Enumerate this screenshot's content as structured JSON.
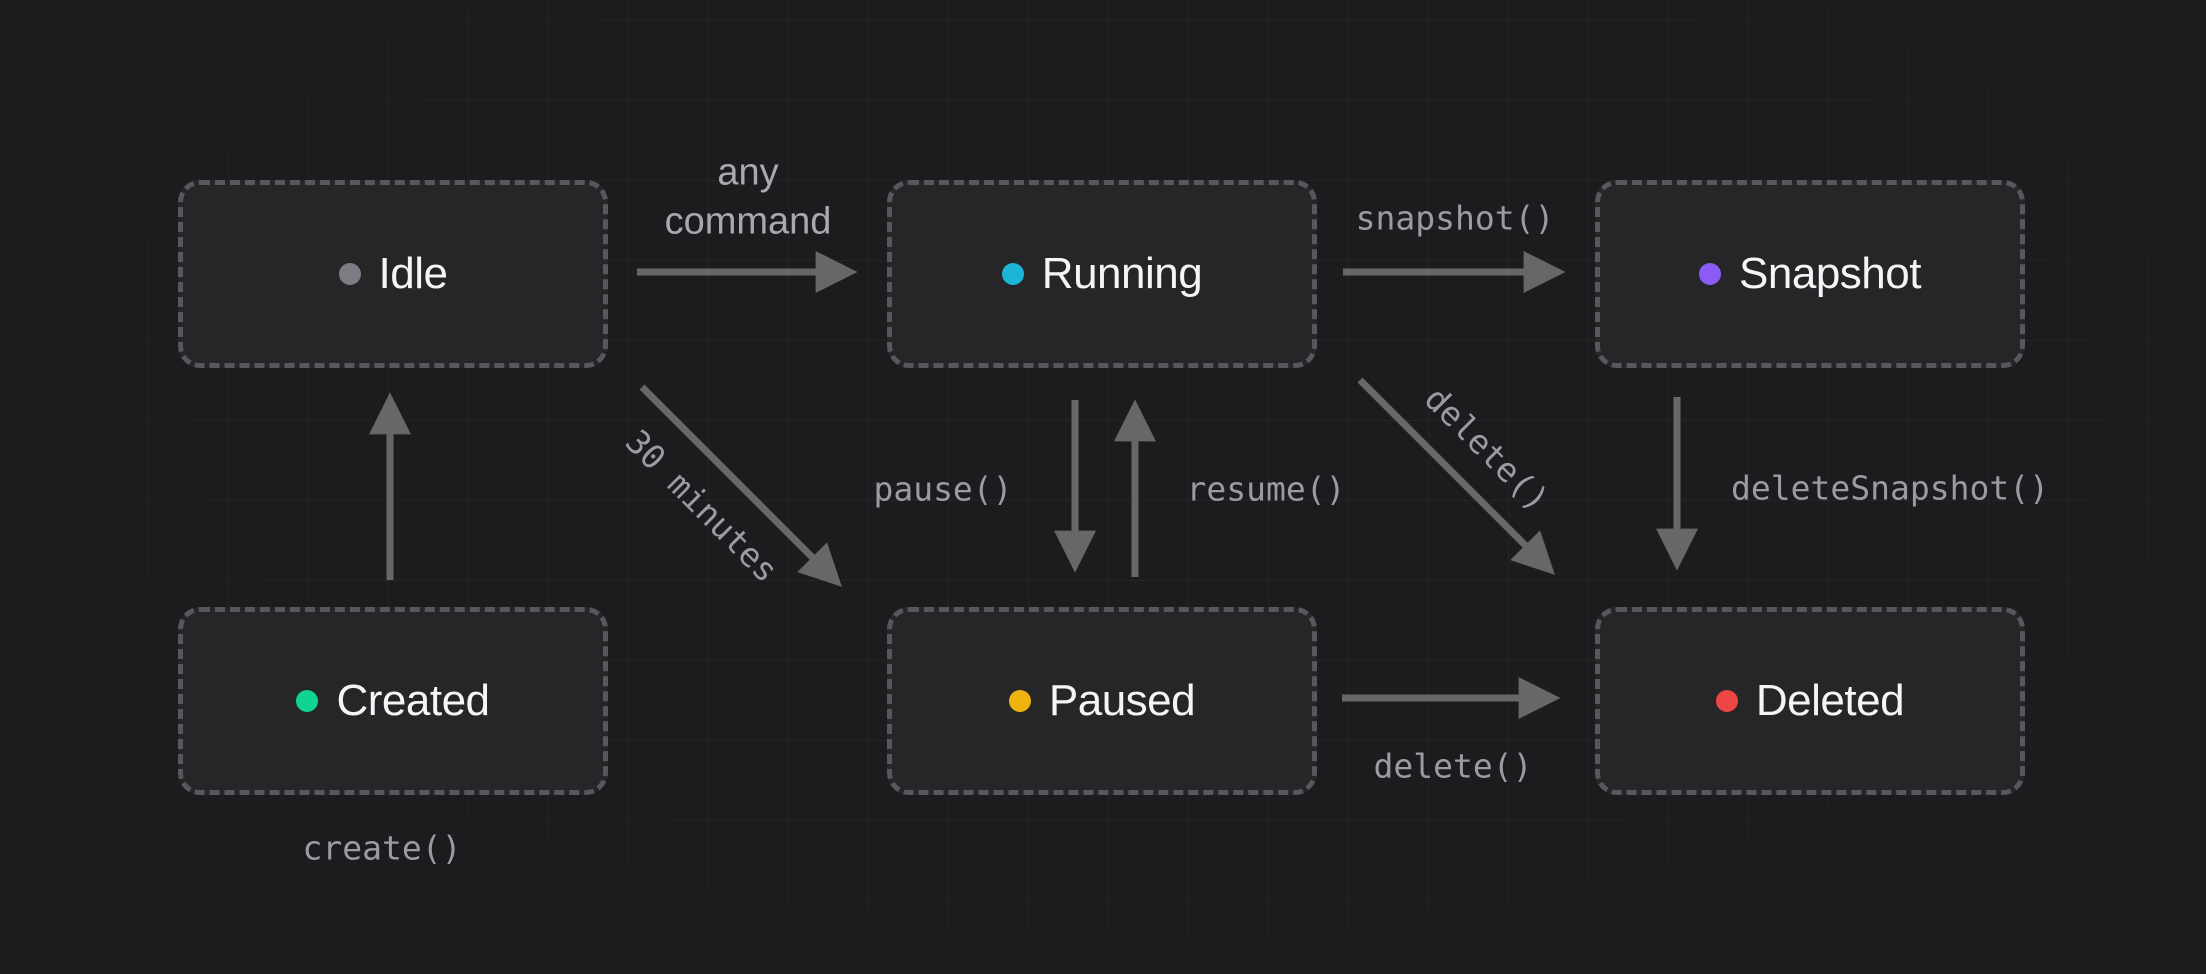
{
  "diagram": {
    "type": "state-machine",
    "background_color": "#1c1c1e",
    "arrow_color": "#67676a",
    "states": [
      {
        "label": "Idle",
        "dot_color": "#7c7c85"
      },
      {
        "label": "Running",
        "dot_color": "#1cb5d6"
      },
      {
        "label": "Snapshot",
        "dot_color": "#8a5cf5"
      },
      {
        "label": "Created",
        "dot_color": "#10d394"
      },
      {
        "label": "Paused",
        "dot_color": "#efb310"
      },
      {
        "label": "Deleted",
        "dot_color": "#ee4545"
      }
    ],
    "transitions": [
      {
        "from": "Idle",
        "to": "Running",
        "label": "any command"
      },
      {
        "from": "Running",
        "to": "Snapshot",
        "label": "snapshot()"
      },
      {
        "from": "Created",
        "to": "Idle",
        "label": "create()"
      },
      {
        "from": "Idle",
        "to": "Paused",
        "label": "30 minutes"
      },
      {
        "from": "Running",
        "to": "Paused",
        "label": "pause()"
      },
      {
        "from": "Paused",
        "to": "Running",
        "label": "resume()"
      },
      {
        "from": "Running",
        "to": "Deleted",
        "label": "delete()"
      },
      {
        "from": "Snapshot",
        "to": "Deleted",
        "label": "deleteSnapshot()"
      },
      {
        "from": "Paused",
        "to": "Deleted",
        "label": "delete()"
      }
    ]
  }
}
